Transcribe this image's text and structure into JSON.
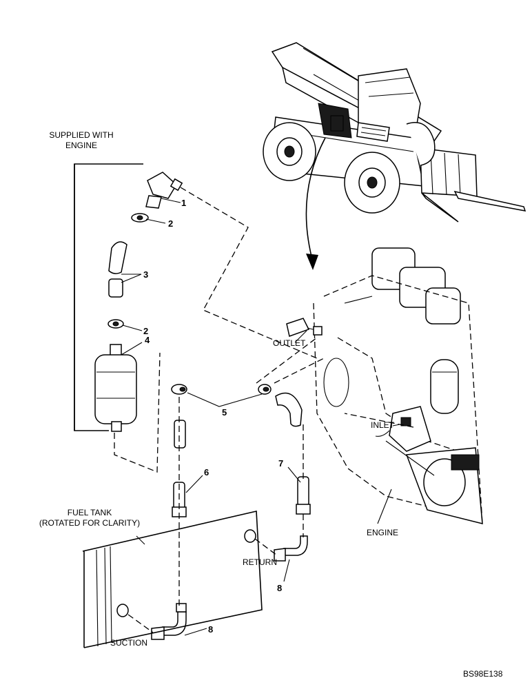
{
  "labels": {
    "supplied_with_engine_line1": "SUPPLIED WITH",
    "supplied_with_engine_line2": "ENGINE",
    "fuel_tank_line1": "FUEL TANK",
    "fuel_tank_line2": "(ROTATED FOR CLARITY)",
    "outlet": "OUTLET",
    "inlet": "INLET",
    "engine": "ENGINE",
    "return": "RETURN",
    "suction": "SUCTION",
    "drawing_code": "BS98E138"
  },
  "callouts": [
    "1",
    "2",
    "3",
    "2",
    "4",
    "5",
    "6",
    "7",
    "8",
    "8"
  ]
}
